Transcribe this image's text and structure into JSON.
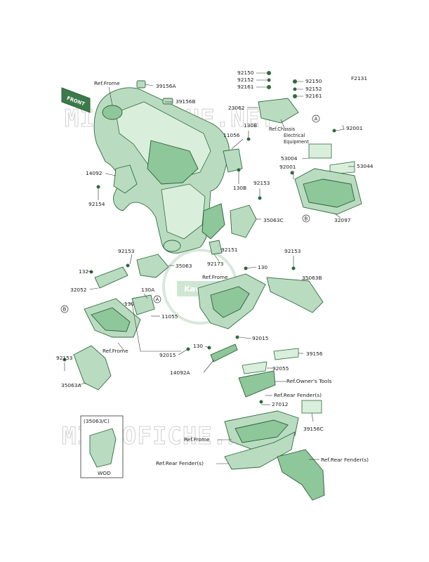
{
  "figure_code": "F2131",
  "watermark": {
    "text": "MICROFICHE.NET",
    "logo_text": "Kawasaki"
  },
  "front_marker": "FRONT",
  "circle_markers": {
    "a": "A",
    "b": "B"
  },
  "inset_box": {
    "title": "(35063/C)",
    "caption": "WOD"
  },
  "callouts": {
    "ref_frame_top": "Ref.Frome",
    "p39156A": "39156A",
    "p39156B": "39156B",
    "p92150_l": "92150",
    "p92152_l": "92152",
    "p92161_l": "92161",
    "p92150_r": "92150",
    "p92152_r": "92152",
    "p92161_r": "92161",
    "p23062": "23062",
    "ref_chassis_1": "Ref.Chassis",
    "ref_chassis_2": "Electrical",
    "ref_chassis_3": "Equipment",
    "p92001_a": "92001",
    "p11056": "11056",
    "p130B_a": "130B",
    "p130B_b": "130B",
    "p53004": "53004",
    "p53044": "53044",
    "p92001_b": "92001",
    "p14092": "14092",
    "p92154": "92154",
    "p92153_a": "92153",
    "p35063C": "35063C",
    "p32097": "32097",
    "p92151": "92151",
    "p92173": "92173",
    "p92153_b": "92153",
    "p35063": "35063",
    "p92153_c": "92153",
    "p130_a": "130",
    "ref_frame_mid": "Ref.Frome",
    "p35063B": "35063B",
    "p132": "132",
    "p32052": "32052",
    "p130A": "130A",
    "p130_b": "130",
    "p11055": "11055",
    "ref_frame_low": "Ref.Frome",
    "p92015_a": "92015",
    "p130_c": "130",
    "p92015_b": "92015",
    "p39156": "39156",
    "p92153_d": "92153",
    "p35063A": "35063A",
    "p14092A": "14092A",
    "p92055": "92055",
    "ref_owner_tools": "Ref.Owner's Tools",
    "ref_rear_fender_a": "Ref.Rear Fender(s)",
    "p27012": "27012",
    "p39156C": "39156C",
    "ref_frame_bottom": "Ref.Frome",
    "ref_rear_fender_b": "Ref.Rear Fender(s)",
    "ref_rear_fender_c": "Ref.Rear Fender(s)"
  }
}
